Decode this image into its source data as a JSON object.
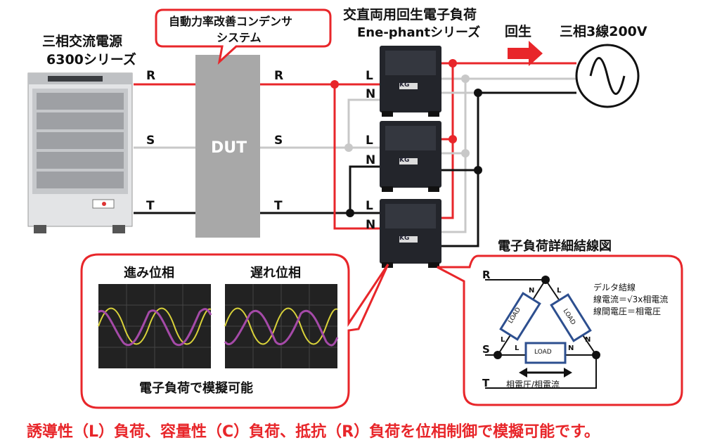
{
  "source": {
    "title_line1": "三相交流電源",
    "title_line2": "6300シリーズ"
  },
  "callout_capacitor": {
    "line1": "自動力率改善コンデンサ",
    "line2": "システム"
  },
  "dut": {
    "label": "DUT"
  },
  "load_series": {
    "title_line1": "交直両用回生電子負荷",
    "title_line2": "Ene-phantシリーズ",
    "brand": "KG"
  },
  "regen": {
    "label": "回生"
  },
  "grid": {
    "label": "三相3線200V"
  },
  "phases": {
    "r": "R",
    "s": "S",
    "t": "T",
    "l": "L",
    "n": "N"
  },
  "phase_panel": {
    "caption": "電子負荷で模擬可能",
    "leading_label": "進み位相",
    "lagging_label": "遅れ位相"
  },
  "wiring_detail": {
    "title": "電子負荷詳細結線図",
    "note_line1": "デルタ結線",
    "note_line2": "線電流＝√3x相電流",
    "note_line3": "線間電圧＝相電圧",
    "load_label": "LOAD",
    "arrow_label": "相電圧/相電流",
    "r": "R",
    "s": "S",
    "t": "T",
    "l": "L",
    "n": "N"
  },
  "footer": {
    "text": "誘導性（L）負荷、容量性（C）負荷、抵抗（R）負荷を位相制御で模擬可能です。"
  },
  "colors": {
    "red": "#e8262a",
    "gray": "#c8c8c8",
    "black": "#111111",
    "dut": "#a8a8a8",
    "scope": "#a54aa8",
    "scope_ref": "#d9d23a"
  }
}
